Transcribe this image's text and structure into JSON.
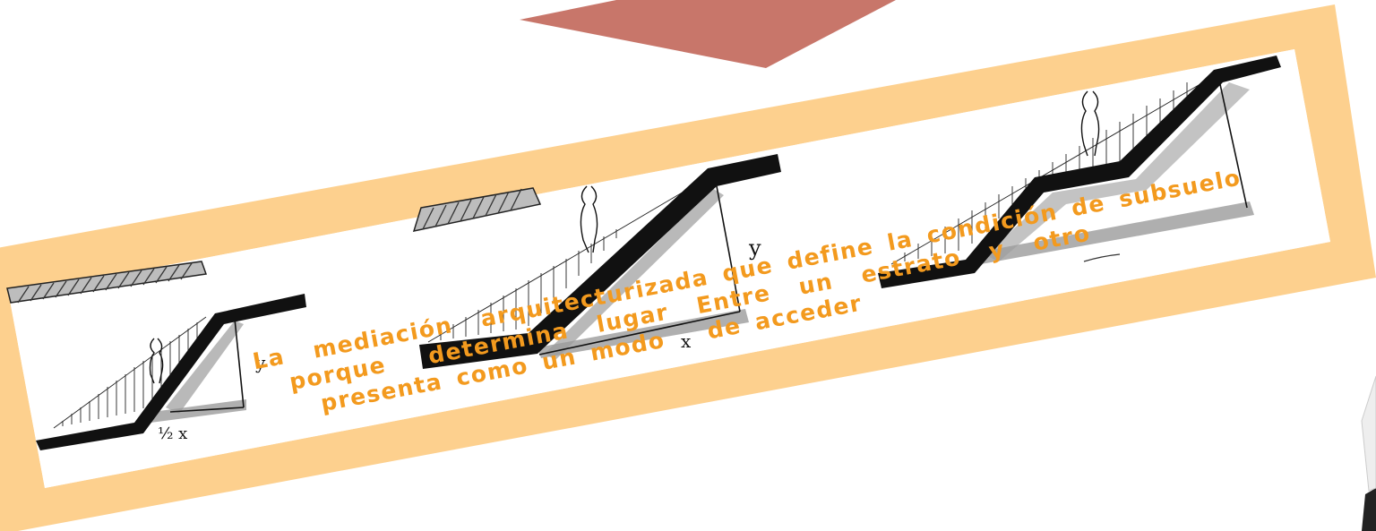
{
  "colors": {
    "frame": "#fdd08e",
    "caption": "#f39a1e",
    "arrow": "#c8766a",
    "ink": "#111111",
    "shadow": "#9b9b9b"
  },
  "sketches": [
    {
      "labels": [
        "y",
        "½ x"
      ]
    },
    {
      "labels": [
        "y",
        "x"
      ]
    },
    {
      "labels": []
    }
  ],
  "caption": {
    "line1": "La  mediación  arquitecturizada que define la condición de subsuelo",
    "line2": "porque   determina  lugar  Entre  un  estrato  y  otro",
    "line3": "presenta como un modo   de acceder"
  }
}
